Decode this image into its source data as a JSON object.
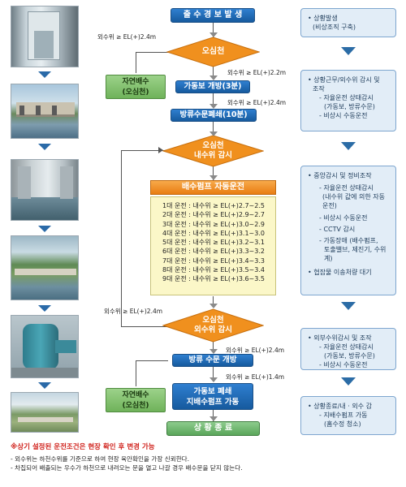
{
  "flow": {
    "start": "출 수 경 보 발 생",
    "cond1": "외수위 ≥ EL(+)2.4m",
    "diamond1": "오심천",
    "cond2": "외수위 ≥ EL(+)2.2m",
    "natural1_line1": "자연배수",
    "natural1_line2": "(오심천)",
    "step_gate_open": "가동보 개방(3분)",
    "cond3": "외수위 ≥ EL(+)2.4m",
    "step_sluice_close": "방류수문폐쇄(10분)",
    "diamond2_line1": "오심천",
    "diamond2_line2": "내수위 감시",
    "pump_title": "배수펌프 자동운전",
    "pump_rows": [
      "1대 운전 : 내수위  ≥  EL(+)2.7~2.5",
      "2대 운전 : 내수위  ≥  EL(+)2.9~2.7",
      "3대 운전 : 내수위  ≥  EL(+)3.0~2.9",
      "4대 운전 : 내수위  ≥  EL(+)3.1~3.0",
      "5대 운전 : 내수위  ≥  EL(+)3.2~3.1",
      "6대 운전 : 내수위  ≥  EL(+)3.3~3.2",
      "7대 운전 : 내수위  ≥  EL(+)3.4~3.3",
      "8대 운전 : 내수위  ≥  EL(+)3.5~3.4",
      "9대 운전 : 내수위  ≥  EL(+)3.6~3.5"
    ],
    "cond4": "외수위 ≥ EL(+)2.4m",
    "diamond3_line1": "오심천",
    "diamond3_line2": "외수위 감시",
    "cond5": "외수위 ≥ EL(+)2.4m",
    "step_sluice_open": "방류 수문 개방",
    "cond6": "외수위 ≥ EL(+)1.4m",
    "natural2_line1": "자연배수",
    "natural2_line2": "(오심천)",
    "step_close_stop_line1": "가동보 폐쇄",
    "step_close_stop_line2": "지배수펌프 가동",
    "end": "상 황 종 료"
  },
  "right_panel": {
    "box1": [
      "상황발생",
      "(비상조직 구축)"
    ],
    "box2": {
      "title1": "상황근무/외수위 감시 및",
      "title2": "조작",
      "items": [
        "자율운전 상태감시",
        "(가동보, 방류수문)",
        "비상시 수동운전"
      ]
    },
    "box3": {
      "title": "중앙감시 및 정비조작",
      "items": [
        "자율운전 상태감시",
        "(내수위 값에 의한 자동운전)",
        "비상시 수동운전",
        "CCTV 감시",
        "가동장애 (배수펌프,",
        "토출밸브, 제진기, 수위계)"
      ],
      "footer": "협잡물 이송처량 대기"
    },
    "box4": {
      "title": "외부수위감시 및 조작",
      "items": [
        "자율운전 상태감시",
        "(가동보, 방류수문)",
        "비상시 수동운전"
      ]
    },
    "box5": {
      "title": "상황종료/내 · 외수 감",
      "items": [
        "지배수펌프 가동",
        "(홈수정 청소)"
      ]
    }
  },
  "notes": {
    "title": "※상기 설정된 운전조건은 현장 확인 후 변경 가능",
    "line1": "- 외수위는 하천수위를 기준으로 하여 현장 육안확인을 가장 신뢰한다.",
    "line2": "- 차집되어 배출되는 우수가 하천으로 내려오는 문을 열고 나갈 경우 배수문을 닫지 않는다."
  },
  "colors": {
    "primary_blue": "#1f6fbf",
    "diamond_orange": "#f0901e",
    "natural_green": "#7cc266",
    "end_green": "#5aa65a",
    "panel_blue": "#e2edf7",
    "note_red": "#d0231d"
  }
}
